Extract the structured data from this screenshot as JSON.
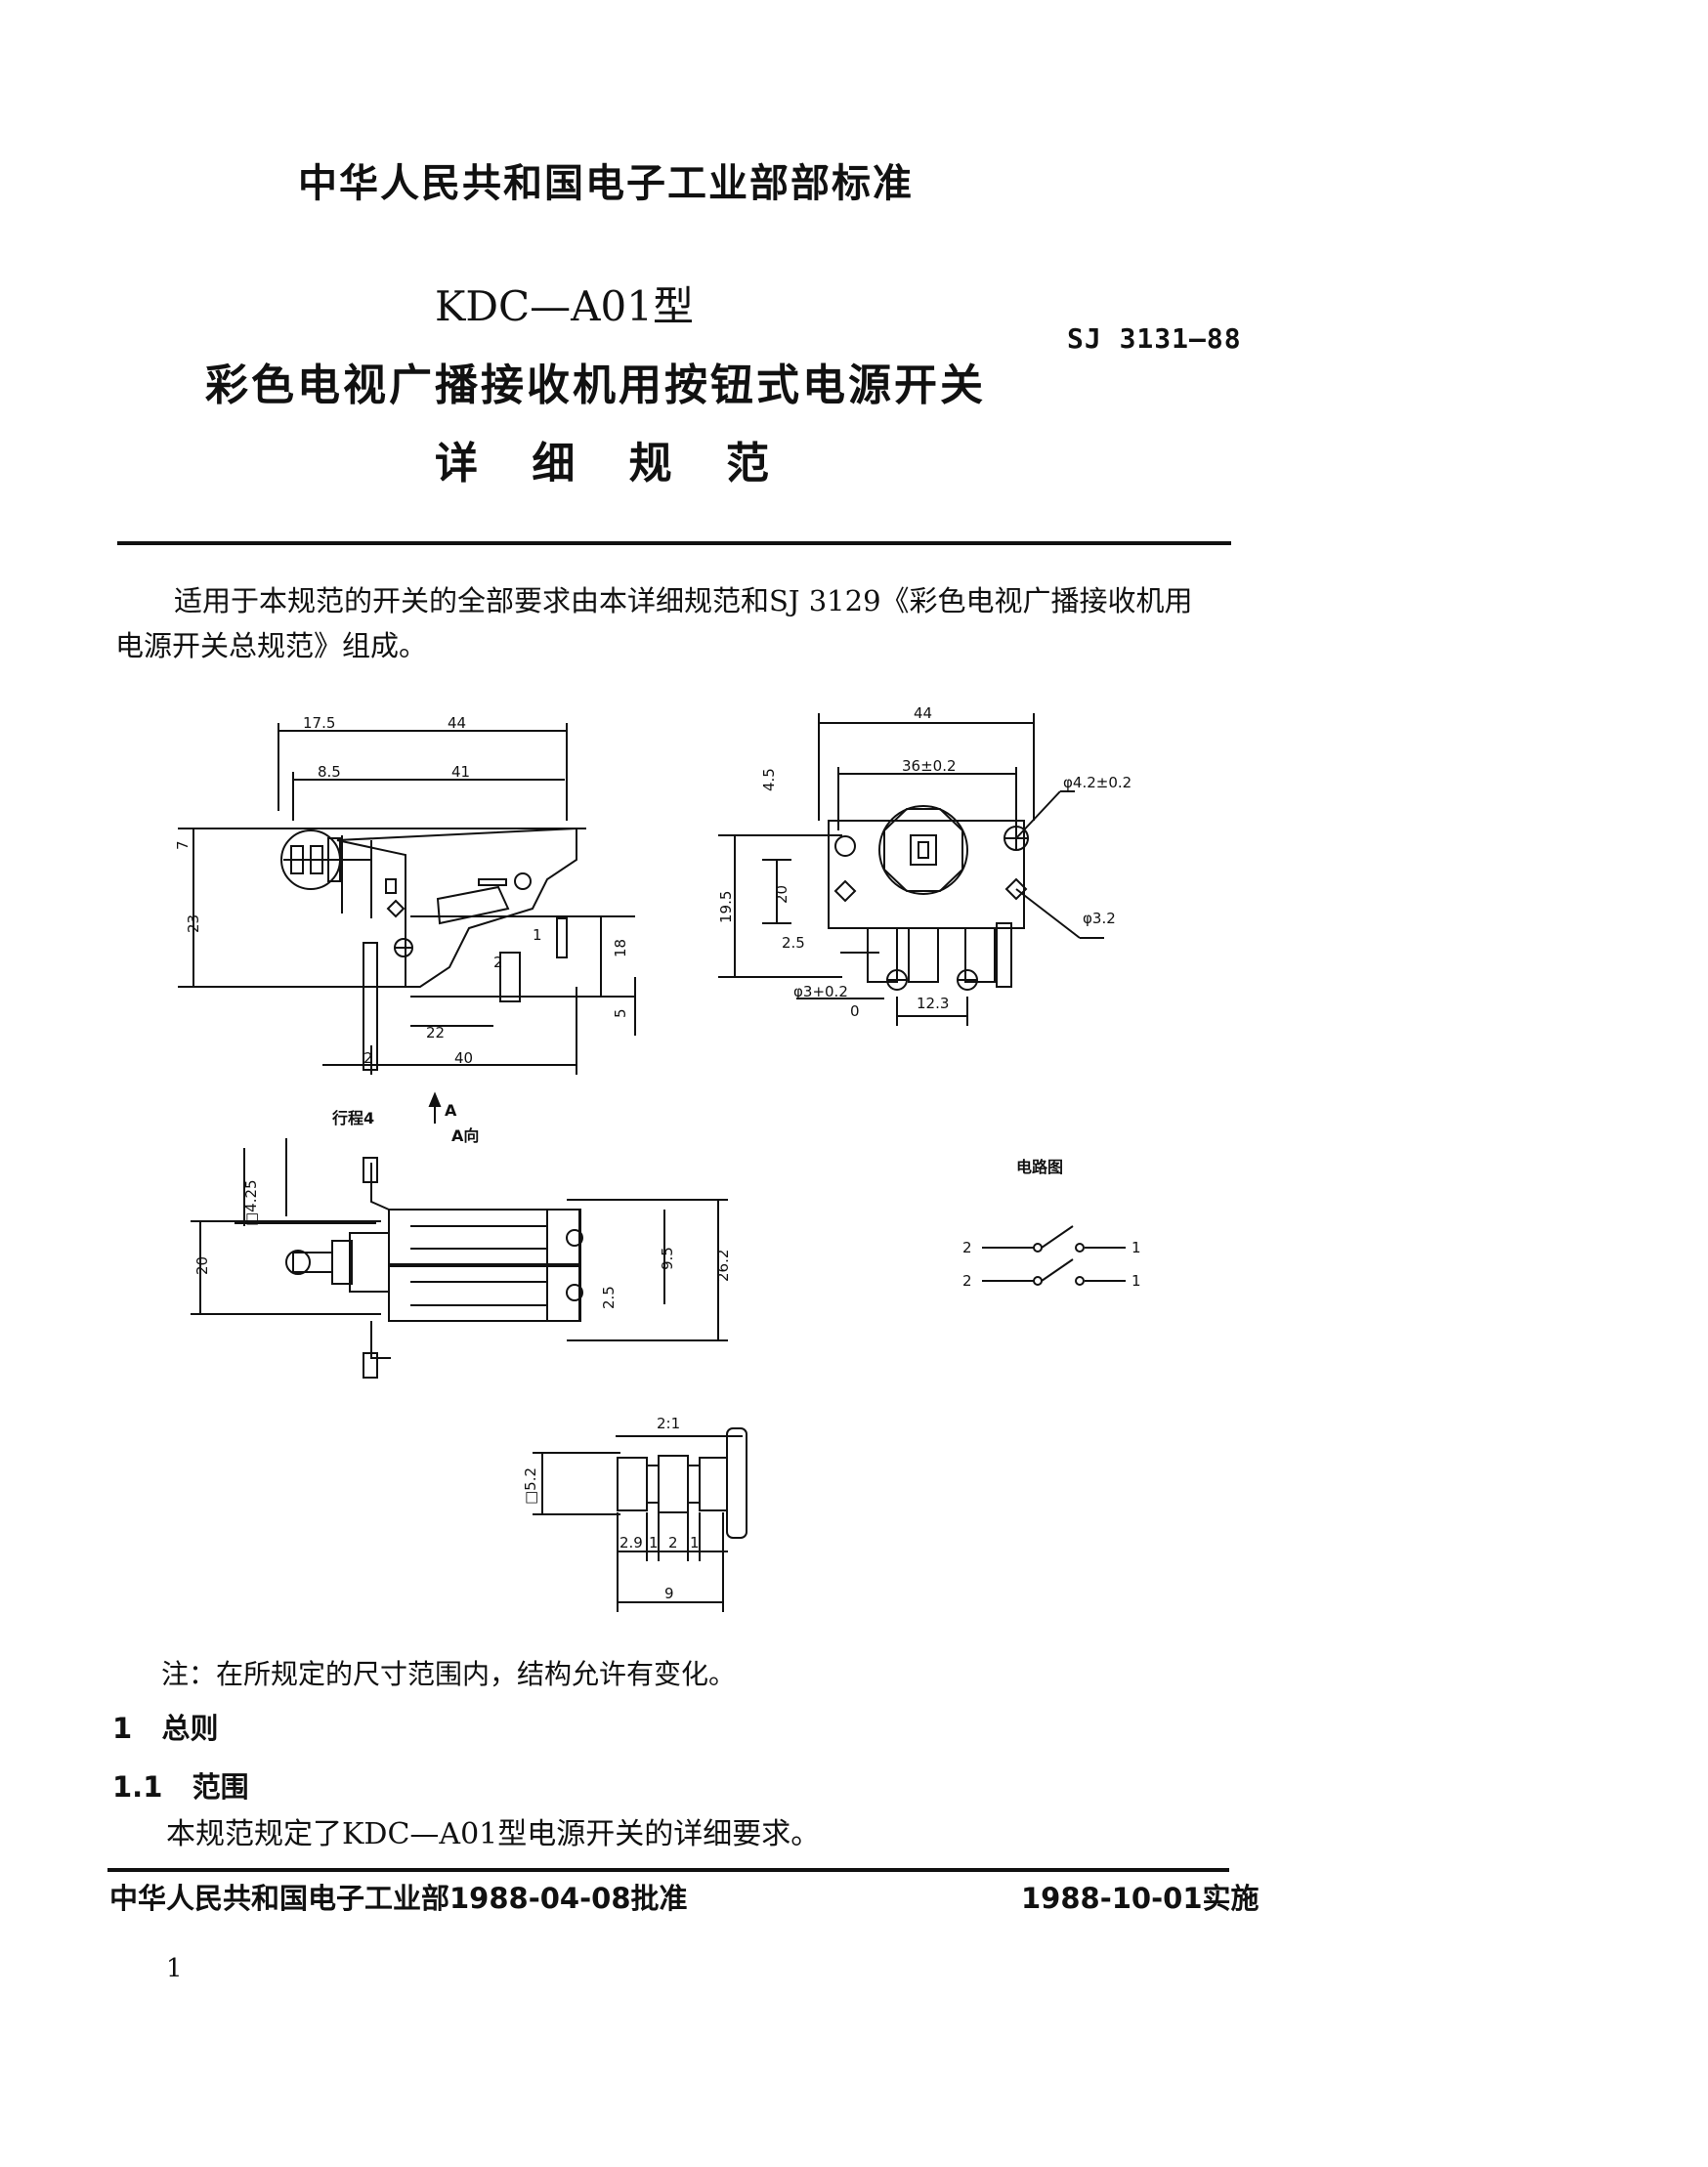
{
  "header": {
    "organization": "中华人民共和国电子工业部部标准",
    "model": "KDC—A01型",
    "standard_code": "SJ 3131—88",
    "title": "彩色电视广播接收机用按钮式电源开关",
    "subtitle": "详 细 规 范"
  },
  "intro": {
    "line1": "适用于本规范的开关的全部要求由本详细规范和SJ 3129《彩色电视广播接收机用",
    "line2": "电源开关总规范》组成。"
  },
  "drawing": {
    "side_view": {
      "dims": [
        "17.5",
        "44",
        "8.5",
        "41",
        "7",
        "23",
        "18",
        "5",
        "22",
        "40",
        "2",
        "1",
        "2"
      ]
    },
    "front_view": {
      "dims": [
        "44",
        "4.5",
        "36±0.2",
        "φ4.2±0.2",
        "19.5",
        "20",
        "φ3.2",
        "2.5",
        "12.3",
        "φ3+0.2",
        "0"
      ]
    },
    "bottom_view": {
      "labels": {
        "stroke": "行程4",
        "arrow": "A",
        "direction": "A向"
      },
      "dims": [
        "□4.25",
        "20",
        "9.5",
        "26.2",
        "2.5"
      ]
    },
    "button_detail": {
      "scale": "2:1",
      "dims": [
        "□5.2",
        "2.9",
        "1",
        "2",
        "1",
        "9"
      ]
    },
    "circuit": {
      "title": "电路图",
      "terminals": [
        "2",
        "1",
        "2",
        "1"
      ]
    }
  },
  "note": "注：在所规定的尺寸范围内，结构允许有变化。",
  "sections": [
    {
      "number": "1",
      "title": "总则"
    },
    {
      "number": "1.1",
      "title": "范围",
      "body": "本规范规定了KDC—A01型电源开关的详细要求。"
    }
  ],
  "footer": {
    "approval": "中华人民共和国电子工业部1988-04-08批准",
    "effective": "1988-10-01实施",
    "page_number": "1"
  }
}
